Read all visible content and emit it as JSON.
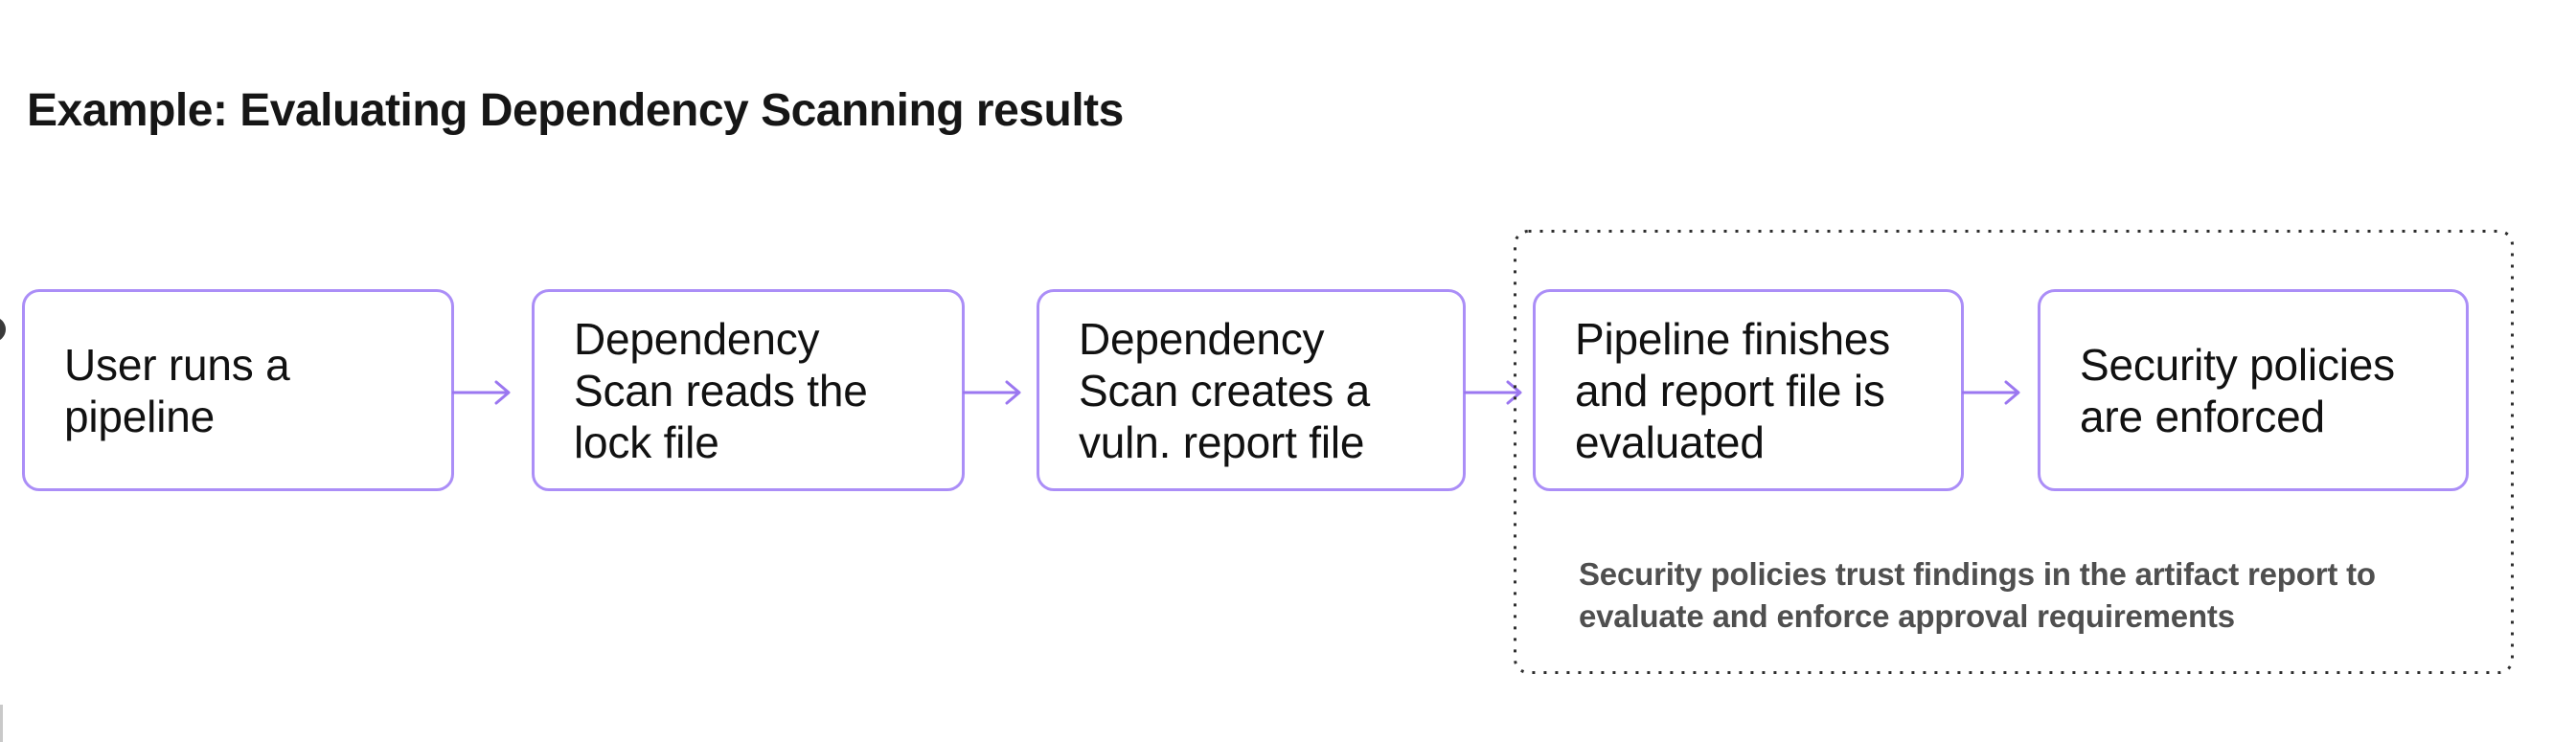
{
  "title": "Example: Evaluating Dependency Scanning results",
  "flow": {
    "steps": [
      {
        "id": "user-runs-pipeline",
        "label": "User runs a\npipeline"
      },
      {
        "id": "scan-reads-lock-file",
        "label": "Dependency\nScan reads the\nlock file"
      },
      {
        "id": "scan-creates-report",
        "label": "Dependency\nScan creates a\nvuln. report file"
      },
      {
        "id": "pipeline-finishes",
        "label": "Pipeline finishes\nand report file is\nevaluated"
      },
      {
        "id": "policies-enforced",
        "label": "Security policies\nare enforced"
      }
    ],
    "note_lines": [
      "Security policies trust findings in the artifact report to",
      "evaluate and enforce approval requirements"
    ]
  },
  "colors": {
    "box_border": "#ab8ef7",
    "arrow": "#9b77f0",
    "group_border": "#2e2e2e",
    "note_text": "#4f4f4f",
    "title_text": "#161616",
    "body_text": "#111111",
    "background": "#ffffff"
  }
}
